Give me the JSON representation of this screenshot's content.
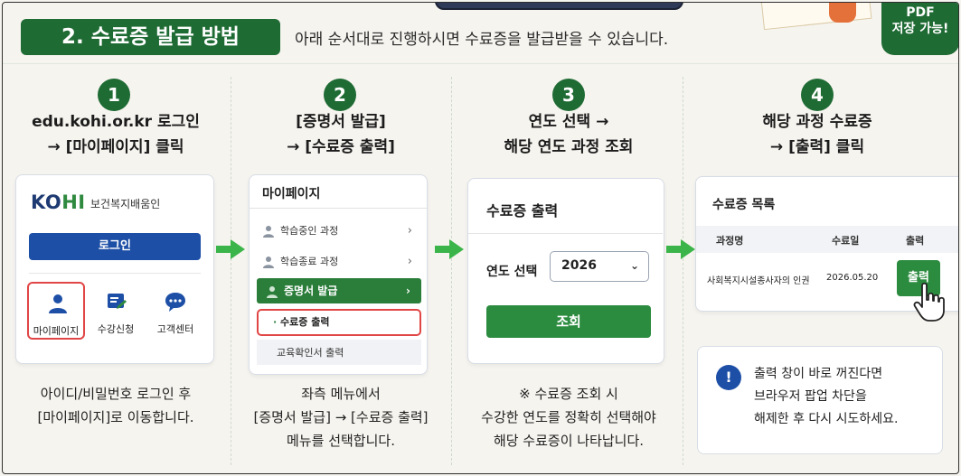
{
  "header": {
    "title": "2. 수료증 발급 방법",
    "description": "아래 순서대로 진행하시면 수료증을 발급받을 수 있습니다.",
    "badge_line1": "PDF",
    "badge_line2": "저장 가능!"
  },
  "steps": [
    {
      "number": "1",
      "title_line1": "edu.kohi.or.kr 로그인",
      "title_line2": "→ [마이페이지] 클릭",
      "note_line1": "아이디/비밀번호 로그인 후",
      "note_line2": "[마이페이지]로 이동합니다."
    },
    {
      "number": "2",
      "title_line1": "[증명서 발급]",
      "title_line2": "→ [수료증 출력]",
      "note_line1": "좌측 메뉴에서",
      "note_line2": "[증명서 발급] → [수료증 출력]",
      "note_line3": "메뉴를 선택합니다."
    },
    {
      "number": "3",
      "title_line1": "연도 선택 →",
      "title_line2": "해당 연도 과정 조회",
      "note_line1": "※ 수료증 조회 시",
      "note_line2": "수강한 연도를 정확히 선택해야",
      "note_line3": "해당 수료증이 나타납니다."
    },
    {
      "number": "4",
      "title_line1": "해당 과정 수료증",
      "title_line2": "→ [출력] 클릭"
    }
  ],
  "card1": {
    "logo_ko": "KO",
    "logo_hi": "HI",
    "logo_sub": "보건복지배움인",
    "login_label": "로그인",
    "quick_links": [
      "마이페이지",
      "수강신청",
      "고객센터"
    ]
  },
  "card2": {
    "title": "마이페이지",
    "menu_items": [
      "학습중인 과정",
      "학습종료 과정"
    ],
    "active_item": "증명서 발급",
    "selected_submenu": "수료증 출력",
    "other_submenu": "교육확인서 출력"
  },
  "card3": {
    "title": "수료증 출력",
    "year_label": "연도 선택",
    "year_value": "2026",
    "query_label": "조회"
  },
  "card4": {
    "title": "수료증 목록",
    "headers": [
      "과정명",
      "수료일",
      "출력"
    ],
    "row": {
      "course": "사회복지시설종사자의 인권",
      "date": "2026.05.20",
      "action": "출력"
    }
  },
  "info": {
    "line1": "출력 창이 바로 꺼진다면",
    "line2": "브라우저 팝업 차단을",
    "line3": "해제한 후 다시 시도하세요.",
    "icon_glyph": "!"
  },
  "colors": {
    "brand_green": "#1f6b34",
    "button_green": "#2b8b3f",
    "arrow_green": "#3bb54a",
    "brand_blue": "#1d4fa6",
    "highlight_red": "#e14646"
  }
}
